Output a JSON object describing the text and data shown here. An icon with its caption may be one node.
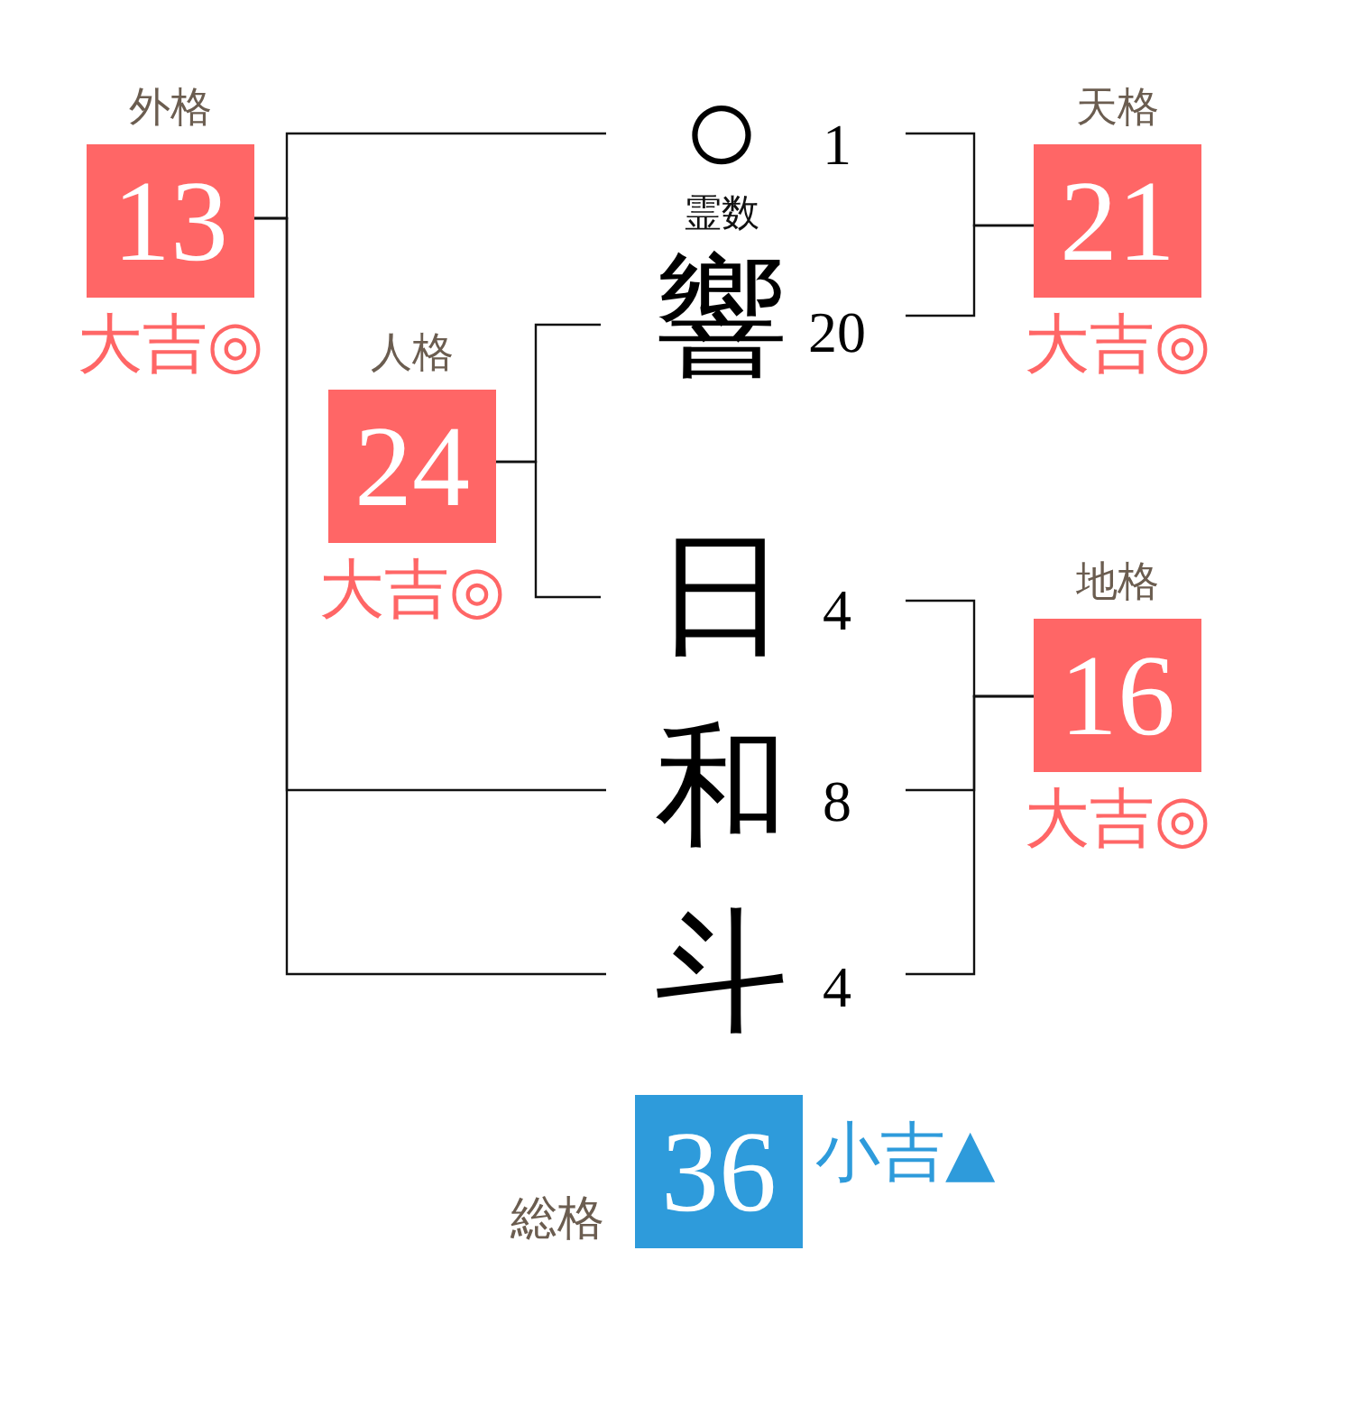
{
  "diagram": {
    "nodes": [
      {
        "text": [
          "外格",
          "13"
        ],
        "beside": [
          "大吉◎"
        ]
      },
      {
        "text": [
          "○"
        ],
        "beside": [
          "1",
          "霊数"
        ]
      },
      {
        "text": [
          "天格",
          "21"
        ],
        "beside": [
          "大吉◎"
        ]
      },
      {
        "text": [
          "響"
        ],
        "beside": [
          "20"
        ]
      },
      {
        "text": [
          "人格",
          "24"
        ],
        "beside": [
          "大吉◎"
        ]
      },
      {
        "text": [
          "日"
        ],
        "beside": [
          "4"
        ]
      },
      {
        "text": [
          "地格",
          "16"
        ],
        "beside": [
          "大吉◎"
        ]
      },
      {
        "text": [
          "和"
        ],
        "beside": [
          "8"
        ]
      },
      {
        "text": [
          "斗"
        ],
        "beside": [
          "4"
        ]
      },
      {
        "text": [
          "総格",
          "36"
        ],
        "beside": [
          "小吉▲"
        ]
      }
    ],
    "edges": [
      {
        "from": 1,
        "to": 0,
        "arrow": "none"
      },
      {
        "from": 7,
        "to": 0,
        "arrow": "none"
      },
      {
        "from": 8,
        "to": 0,
        "arrow": "none"
      },
      {
        "from": 1,
        "to": 2,
        "arrow": "none"
      },
      {
        "from": 3,
        "to": 2,
        "arrow": "none"
      },
      {
        "from": 3,
        "to": 4,
        "arrow": "none"
      },
      {
        "from": 5,
        "to": 4,
        "arrow": "none"
      },
      {
        "from": 5,
        "to": 6,
        "arrow": "none"
      },
      {
        "from": 7,
        "to": 6,
        "arrow": "none"
      },
      {
        "from": 8,
        "to": 6,
        "arrow": "none"
      }
    ]
  }
}
